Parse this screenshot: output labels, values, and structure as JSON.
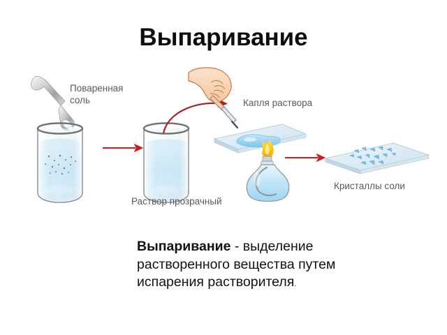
{
  "slide": {
    "title": "Выпаривание",
    "background_color": "#ffffff",
    "title_color": "#0d0d0d"
  },
  "diagram": {
    "label_color": "#595a5c",
    "arrow_color": "#d11a1a",
    "curved_arrow_color": "#a82020",
    "water_color": "#addff2",
    "glass_color": "#bcd9e8",
    "flame_color": "#ffc20e",
    "skin_color": "#f6d2b5",
    "labels": {
      "salt": "Поваренная\nсоль",
      "salt_line1": "Поваренная",
      "salt_line2": "соль",
      "solution": "Раствор прозрачный",
      "drop": "Капля раствора",
      "crystals": "Кристаллы соли"
    },
    "steps": [
      {
        "name": "beaker-with-salt",
        "caption": "Поваренная соль"
      },
      {
        "name": "beaker-clear-solution",
        "caption": "Раствор прозрачный"
      },
      {
        "name": "slide-with-drop",
        "caption": "Капля раствора"
      },
      {
        "name": "spirit-lamp",
        "caption": ""
      },
      {
        "name": "slide-with-crystals",
        "caption": "Кристаллы соли"
      }
    ]
  },
  "definition": {
    "term": "Выпаривание",
    "separator": " - ",
    "text": "выделение растворенного вещества путем испарения растворителя",
    "period": "."
  }
}
